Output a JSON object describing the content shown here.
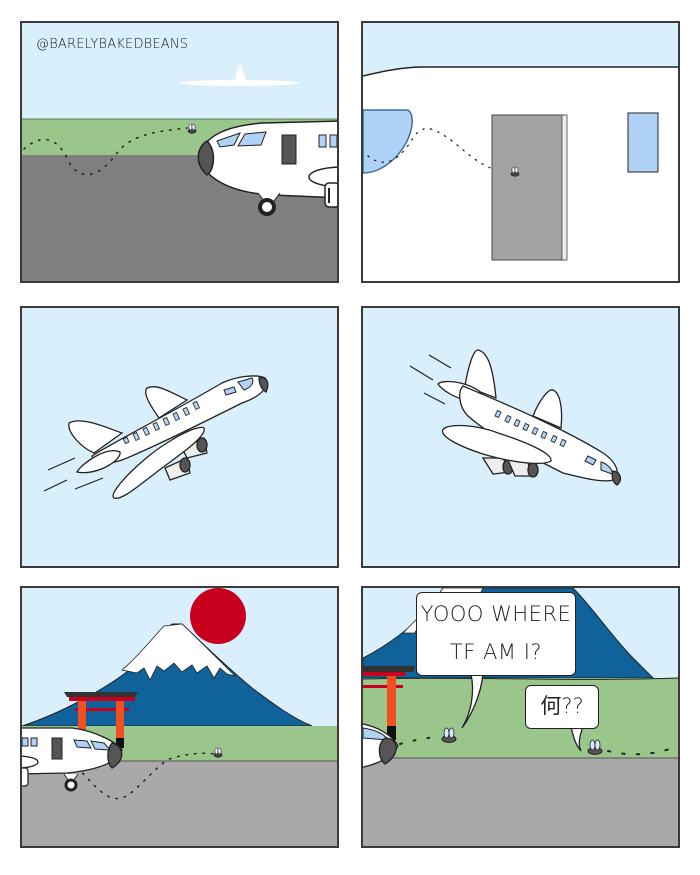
{
  "comic": {
    "credit": "@BARELYBAKEDBEANS",
    "panels": [
      {
        "id": 1,
        "scene": "fly buzzing past plane nose on runway"
      },
      {
        "id": 2,
        "scene": "fly entering plane through open door"
      },
      {
        "id": 3,
        "scene": "plane taking off"
      },
      {
        "id": 4,
        "scene": "plane descending"
      },
      {
        "id": 5,
        "scene": "plane lands near Mt Fuji with torii gate and red sun; fly exits"
      },
      {
        "id": 6,
        "scene": "fly meets local fly"
      }
    ],
    "speech": {
      "bubble1_line1": "YOOO WHERE",
      "bubble1_line2": "TF AM I?",
      "bubble2": "何??"
    }
  },
  "colors": {
    "sky": "#d9f0fc",
    "grass": "#9bc68b",
    "tarmac_dark": "#7f7f7f",
    "tarmac_light": "#a9a9a9",
    "window": "#b0d2f7",
    "mountain": "#0f629a",
    "sun": "#c8001e",
    "torii": "#f0501f",
    "door": "#a3a3a3"
  }
}
